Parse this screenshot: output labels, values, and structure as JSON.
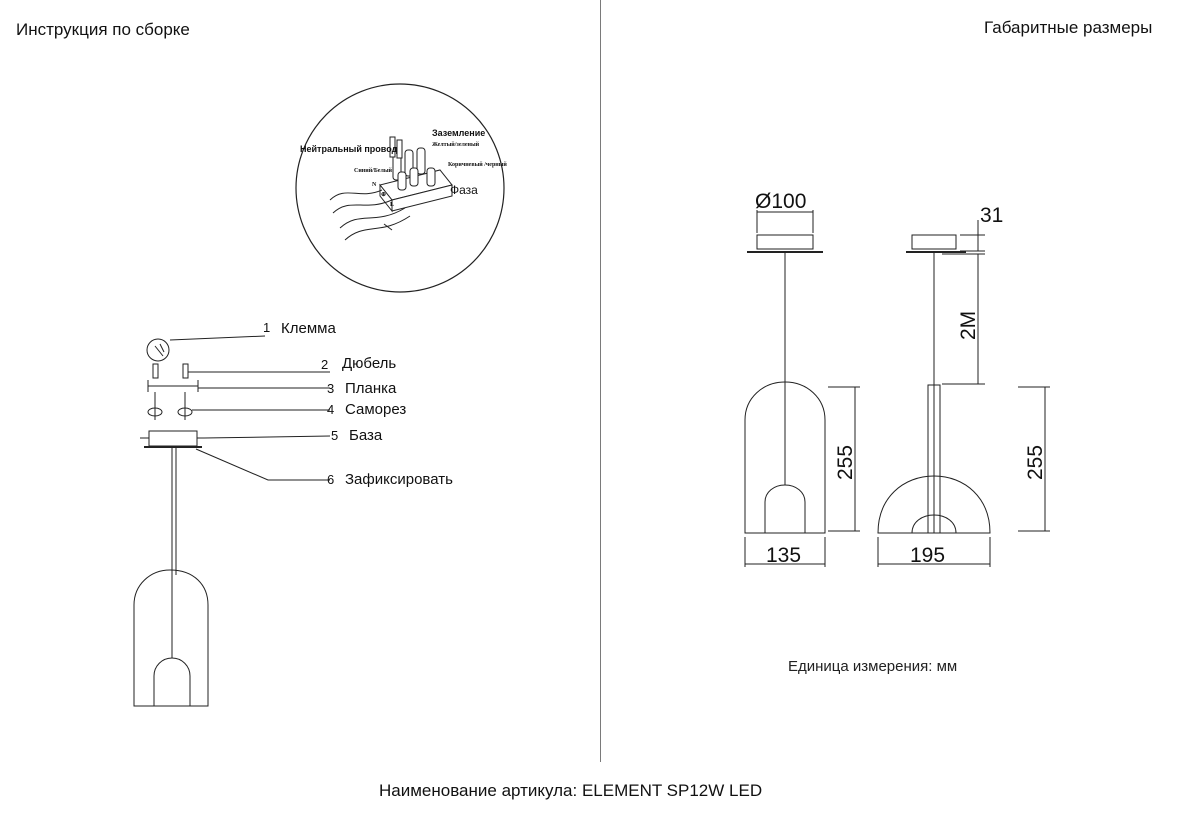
{
  "left_title": "Инструкция по сборке",
  "right_title": "Габаритные размеры",
  "wiring": {
    "neutral_label": "Нейтральный провод",
    "neutral_color": "Синий/Белый",
    "ground_label": "Заземление",
    "ground_color": "Желтый/зеленый",
    "phase_color": "Коричневый /черный",
    "phase_label": "Фаза",
    "letters": [
      "N",
      "⊕",
      "L"
    ]
  },
  "assembly_steps": [
    {
      "num": "1",
      "label": "Клемма"
    },
    {
      "num": "2",
      "label": "Дюбель"
    },
    {
      "num": "3",
      "label": "Планка"
    },
    {
      "num": "4",
      "label": "Саморез"
    },
    {
      "num": "5",
      "label": "База"
    },
    {
      "num": "6",
      "label": "Зафиксировать"
    }
  ],
  "dimensions": {
    "canopy_diameter": "Ø100",
    "canopy_height": "31",
    "cable_length": "2M",
    "front_height": "255",
    "front_width": "135",
    "side_height": "255",
    "side_width": "195"
  },
  "unit_note": "Единица измерения: мм",
  "footer": "Наименование артикула: ELEMENT SP12W LED"
}
